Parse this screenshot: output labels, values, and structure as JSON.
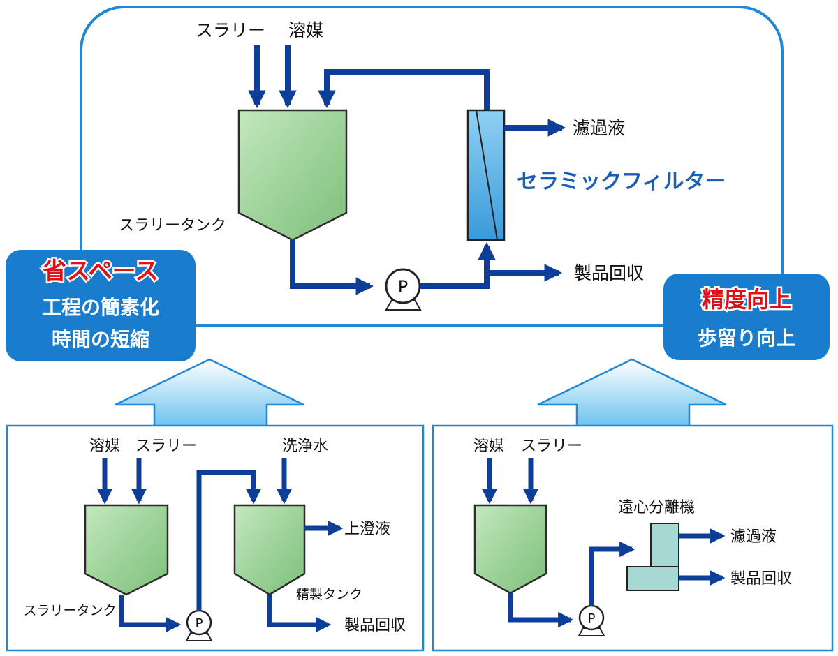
{
  "top": {
    "inputs": [
      "スラリー",
      "溶媒"
    ],
    "tank_label": "スラリータンク",
    "pump_label": "P",
    "filter_name": "セラミックフィルター",
    "outputs": [
      "濾過液",
      "製品回収"
    ]
  },
  "badge_left": {
    "title": "省スペース",
    "lines": [
      "工程の簡素化",
      "時間の短縮"
    ]
  },
  "badge_right": {
    "title": "精度向上",
    "lines": [
      "歩留り向上"
    ]
  },
  "bottom_left": {
    "inputs": [
      "溶媒",
      "スラリー"
    ],
    "wash_label": "洗浄水",
    "tank1_label": "スラリータンク",
    "tank2_label": "精製タンク",
    "pump_label": "P",
    "outputs": [
      "上澄液",
      "製品回収"
    ]
  },
  "bottom_right": {
    "inputs": [
      "溶媒",
      "スラリー"
    ],
    "centrifuge_label": "遠心分離機",
    "pump_label": "P",
    "outputs": [
      "濾過液",
      "製品回収"
    ]
  },
  "colors": {
    "frame": "#1e88d6",
    "pipe": "#0d3f9a",
    "tank_fill": "#9ed39a",
    "badge": "#1a7ccd",
    "badge_title": "#e0101a",
    "filter": "#5fb6ea",
    "centrifuge": "#a6d8d4",
    "up_arrow": "#74c6ef"
  }
}
